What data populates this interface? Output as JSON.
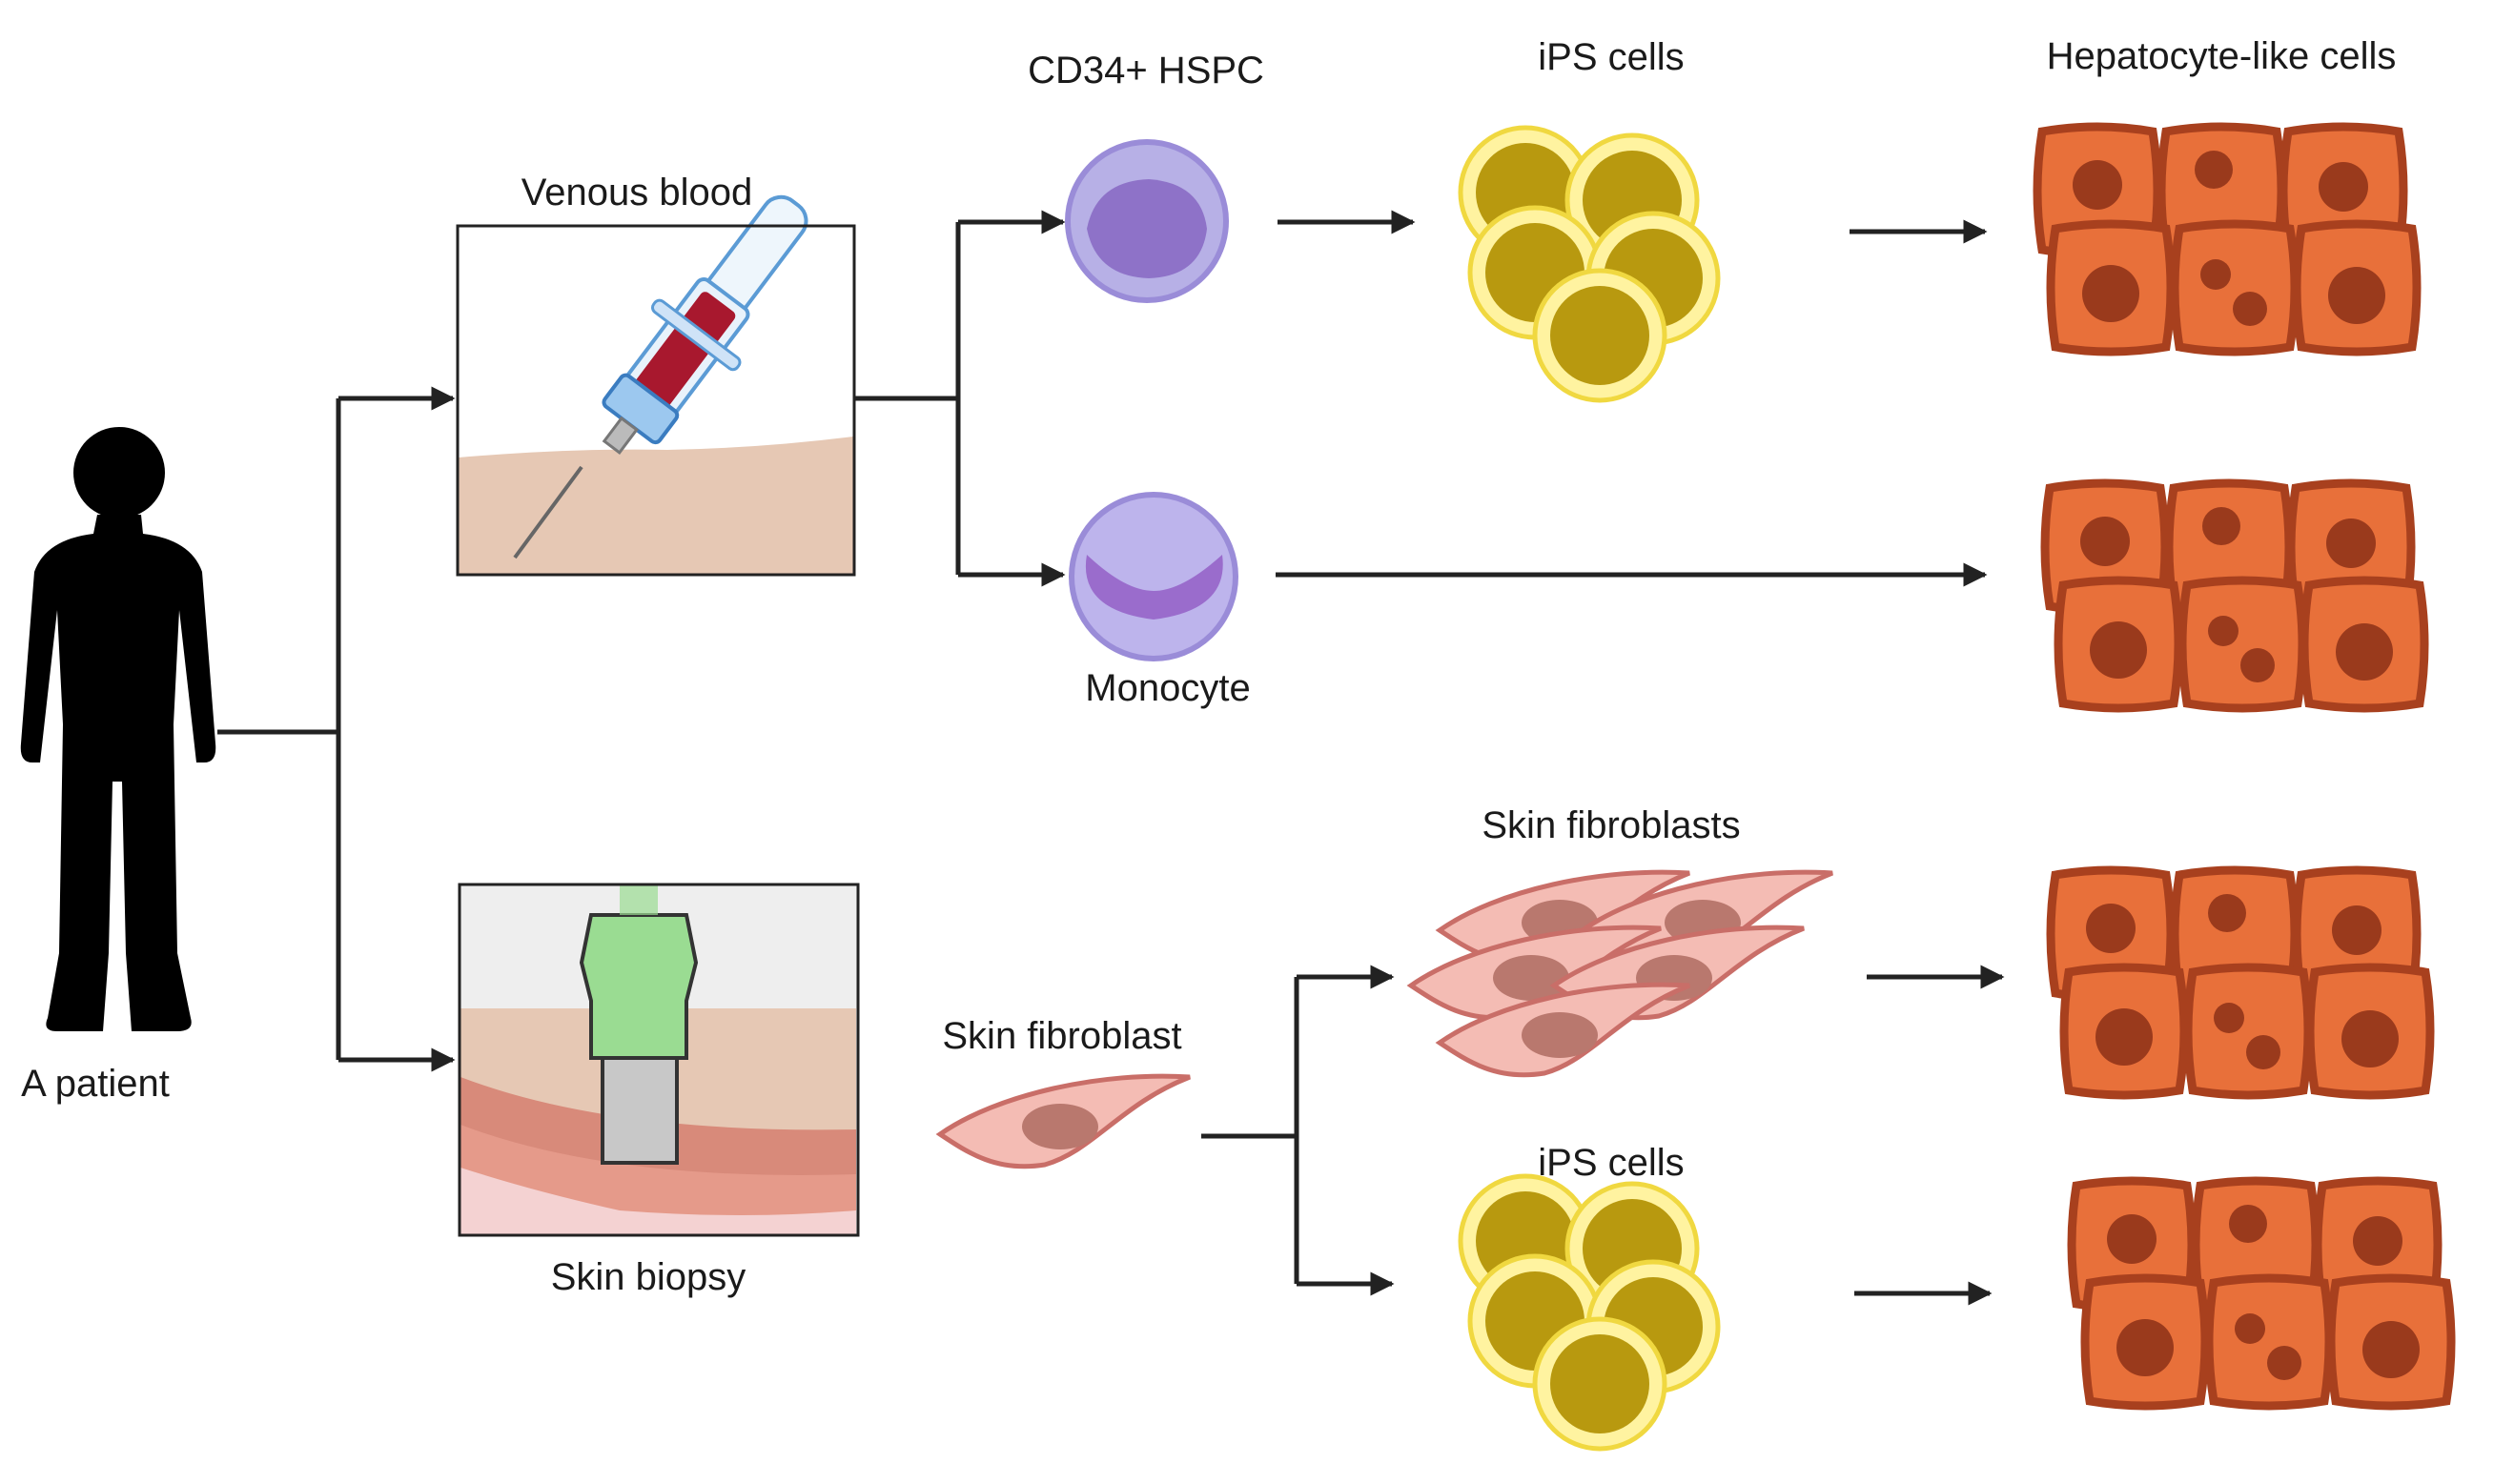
{
  "labels": {
    "patient": "A patient",
    "venous_blood": "Venous blood",
    "skin_biopsy": "Skin biopsy",
    "cd34_hspc": "CD34+ HSPC",
    "monocyte": "Monocyte",
    "ips_cells_top": "iPS cells",
    "ips_cells_bottom": "iPS cells",
    "hepatocyte_like_cells": "Hepatocyte-like cells",
    "skin_fibroblast": "Skin fibroblast",
    "skin_fibroblasts": "Skin fibroblasts"
  },
  "icons": {
    "patient": "person-silhouette-icon",
    "venous_blood": "syringe-blood-draw-icon",
    "skin_biopsy": "skin-punch-biopsy-icon",
    "cd34_hspc": "stem-cell-icon",
    "monocyte": "monocyte-cell-icon",
    "ips_cells": "ips-cell-cluster-icon",
    "skin_fibroblast": "fibroblast-cell-icon",
    "skin_fibroblasts": "fibroblast-cluster-icon",
    "hepatocyte_like_cells": "hepatocyte-cluster-icon"
  },
  "colors": {
    "hepatocyte_fill": "#e8703a",
    "hepatocyte_stroke": "#a8401e",
    "hepatocyte_nucleus": "#9a3a1c",
    "ips_fill": "#b8990f",
    "ips_ring": "#fff3a0",
    "ips_stroke": "#f0d840",
    "fibroblast_fill": "#f4bcb4",
    "fibroblast_stroke": "#c96e68",
    "fibroblast_nucleus": "#b9786e",
    "hspc_fill": "#b7b0e6",
    "hspc_nucleus": "#8e72c8",
    "monocyte_fill": "#bdb4ec",
    "monocyte_nucleus": "#9a6ccc",
    "skin_tan": "#e6c8b4",
    "blood": "#a8182e",
    "biopsy_tool": "#9adc92"
  }
}
